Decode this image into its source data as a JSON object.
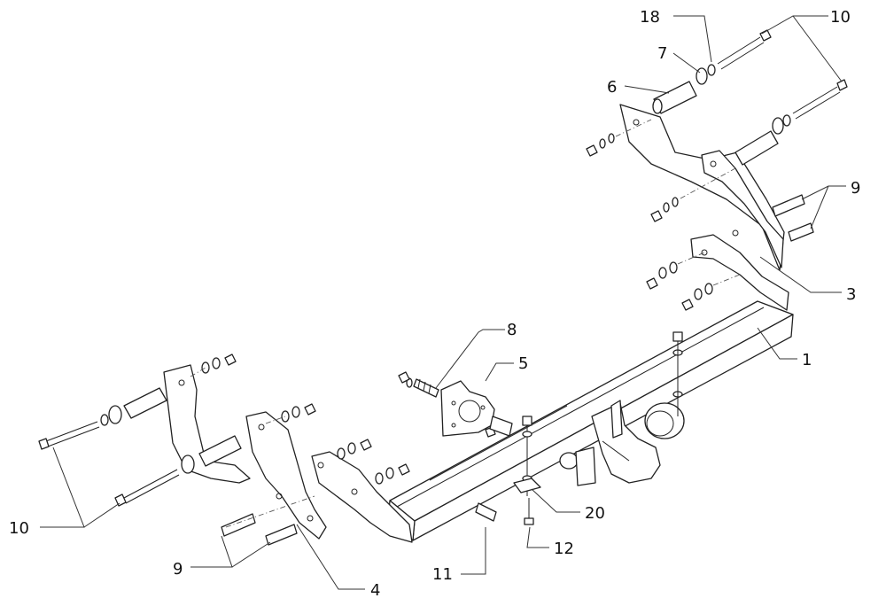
{
  "diagram": {
    "callouts": [
      {
        "id": "c18a",
        "label": "18"
      },
      {
        "id": "c10a",
        "label": "10"
      },
      {
        "id": "c7",
        "label": "7"
      },
      {
        "id": "c6",
        "label": "6"
      },
      {
        "id": "c9a",
        "label": "9"
      },
      {
        "id": "c3",
        "label": "3"
      },
      {
        "id": "c8",
        "label": "8"
      },
      {
        "id": "c5",
        "label": "5"
      },
      {
        "id": "c1",
        "label": "1"
      },
      {
        "id": "c10b",
        "label": "10"
      },
      {
        "id": "c9b",
        "label": "9"
      },
      {
        "id": "c20",
        "label": "20"
      },
      {
        "id": "c11",
        "label": "11"
      },
      {
        "id": "c12",
        "label": "12"
      },
      {
        "id": "c4",
        "label": "4"
      }
    ]
  }
}
